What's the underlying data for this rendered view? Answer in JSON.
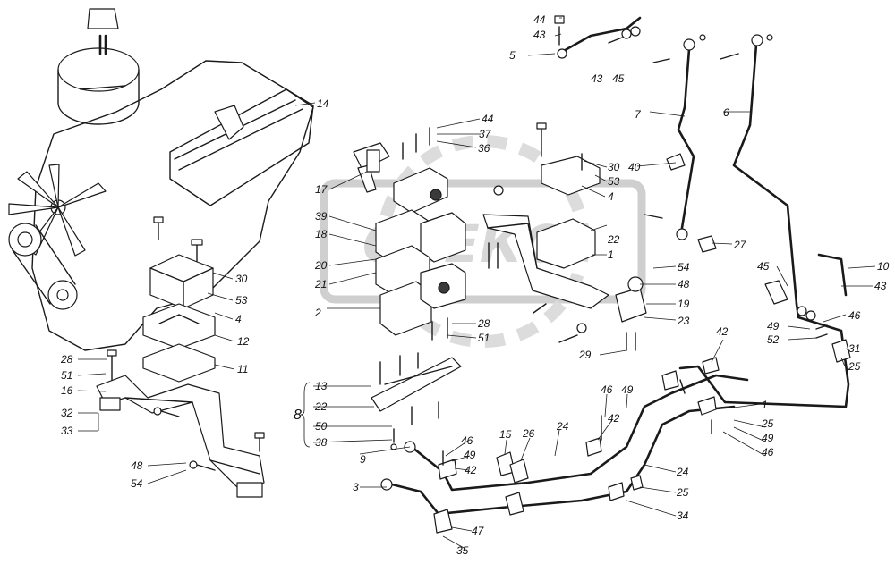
{
  "watermark": "СПЕКС",
  "callouts": {
    "c44a": "44",
    "c43a": "43",
    "c5": "5",
    "c43b": "43",
    "c45a": "45",
    "c7": "7",
    "c6": "6",
    "c14": "14",
    "c44b": "44",
    "c37": "37",
    "c36": "36",
    "c30a": "30",
    "c53a": "53",
    "c4a": "4",
    "c40": "40",
    "c27": "27",
    "c17": "17",
    "c39": "39",
    "c18": "18",
    "c20": "20",
    "c21": "21",
    "c2": "2",
    "c22a": "22",
    "c1a": "1",
    "c54a": "54",
    "c48a": "48",
    "c19": "19",
    "c23": "23",
    "c28a": "28",
    "c51a": "51",
    "c29": "29",
    "c45b": "45",
    "c10": "10",
    "c43c": "43",
    "c46a": "46",
    "c49a": "49",
    "c52": "52",
    "c31": "31",
    "c25a": "25",
    "c30b": "30",
    "c53b": "53",
    "c4b": "4",
    "c12": "12",
    "c11": "11",
    "c28b": "28",
    "c51b": "51",
    "c16": "16",
    "c32": "32",
    "c33": "33",
    "c48b": "48",
    "c54b": "54",
    "c13": "13",
    "c22b": "22",
    "c50": "50",
    "c38": "38",
    "c8": "8",
    "c9": "9",
    "c46b": "46",
    "c49b": "49",
    "c42a": "42",
    "c15": "15",
    "c26": "26",
    "c24a": "24",
    "c46c": "46",
    "c49c": "49",
    "c42b": "42",
    "c42c": "42",
    "c1b": "1",
    "c25b": "25",
    "c49d": "49",
    "c46d": "46",
    "c3": "3",
    "c24b": "24",
    "c25c": "25",
    "c34": "34",
    "c47": "47",
    "c35": "35"
  }
}
